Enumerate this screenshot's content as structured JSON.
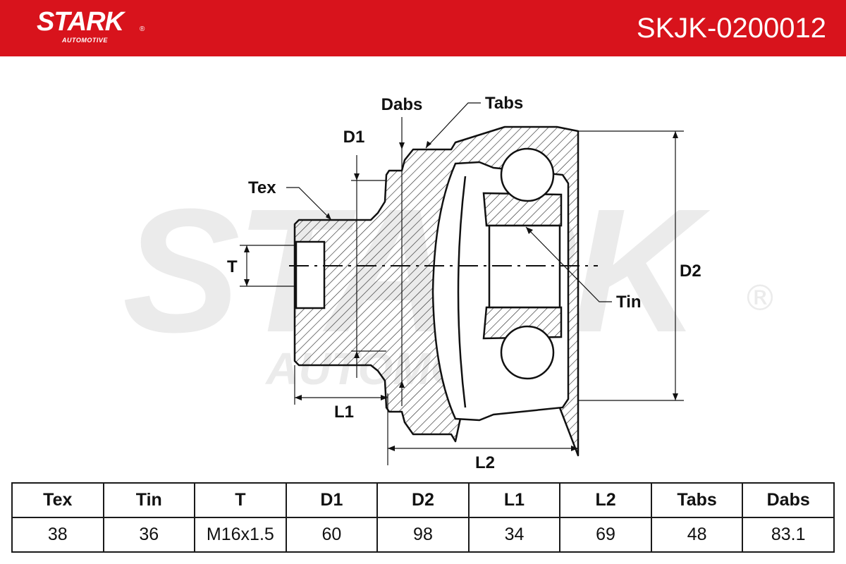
{
  "header": {
    "brand": "STARK",
    "brand_registered": "®",
    "brand_sub": "AUTOMOTIVE",
    "part_number": "SKJK-0200012",
    "bar_color": "#d8131c"
  },
  "watermark": {
    "brand": "STARK",
    "sub": "AUTOMOTIVE",
    "registered": "®",
    "color": "#ebebeb"
  },
  "diagram": {
    "labels": {
      "dabs": "Dabs",
      "tabs": "Tabs",
      "d1": "D1",
      "tex": "Tex",
      "t": "T",
      "d2": "D2",
      "tin": "Tin",
      "l1": "L1",
      "l2": "L2"
    }
  },
  "table": {
    "headers": [
      "Tex",
      "Tin",
      "T",
      "D1",
      "D2",
      "L1",
      "L2",
      "Tabs",
      "Dabs"
    ],
    "values": [
      "38",
      "36",
      "M16x1.5",
      "60",
      "98",
      "34",
      "69",
      "48",
      "83.1"
    ]
  },
  "icons": [
    "registered-mark-icon"
  ]
}
